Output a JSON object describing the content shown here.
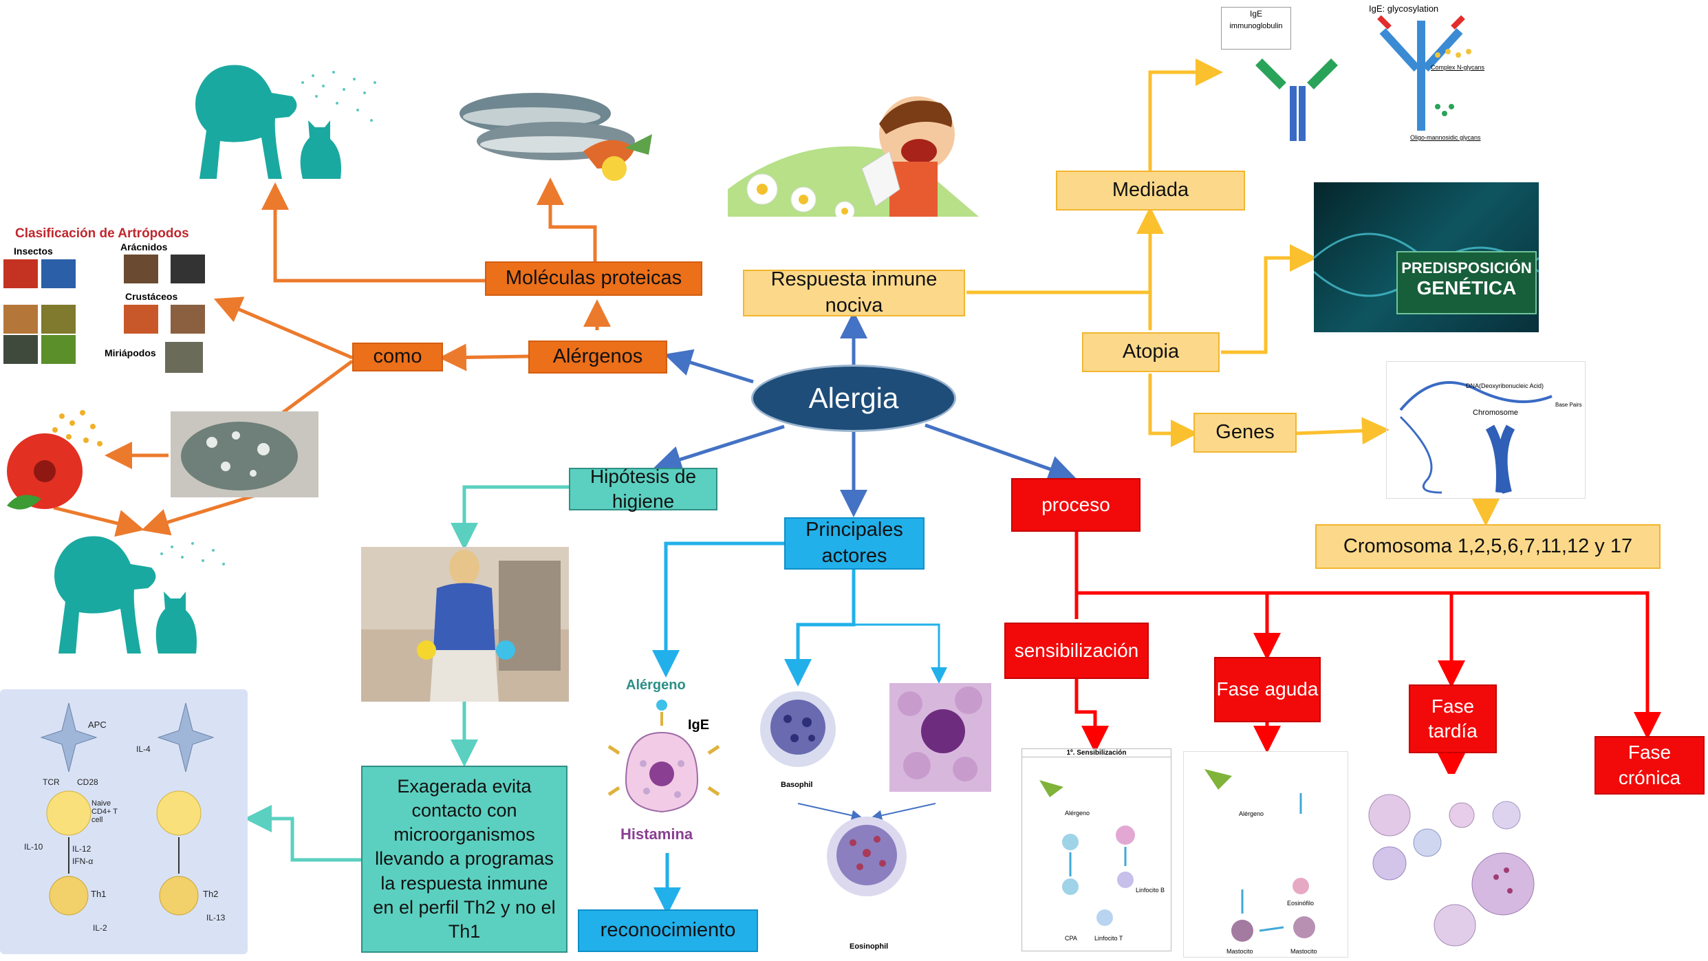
{
  "central": "Alergia",
  "nodes": {
    "moleculas": "Moléculas proteicas",
    "alergenos": "Alérgenos",
    "como": "como",
    "respuesta": "Respuesta inmune nociva",
    "mediada": "Mediada",
    "atopia": "Atopia",
    "genes": "Genes",
    "cromosoma": "Cromosoma 1,2,5,6,7,11,12 y 17",
    "hipotesis": "Hipótesis de higiene",
    "actores": "Principales actores",
    "proceso": "proceso",
    "sensibilizacion": "sensibilización",
    "fase_aguda": "Fase aguda",
    "fase_tardia": "Fase tardía",
    "fase_cronica": "Fase crónica",
    "exagerada": "Exagerada evita contacto con microorganismos llevando a programas la respuesta inmune en el perfil Th2 y no el Th1",
    "reconocimiento": "reconocimiento"
  },
  "images": {
    "arthropods": {
      "title": "Clasificación de Artrópodos",
      "insectos": "Insectos",
      "aracnidos": "Arácnidos",
      "crustaceos": "Crustáceos",
      "miriapodos": "Miriápodos"
    },
    "ige": {
      "label": "IgE",
      "sublabel": "immunoglobulin",
      "glyco_title": "IgE: glycosylation",
      "complex": "Complex N-glycans",
      "oligo": "Oligo-mannosidic glycans"
    },
    "genetica": {
      "line1": "PREDISPOSICIÓN",
      "line2": "GENÉTICA"
    },
    "chromosome": {
      "dna": "DNA(Deoxyribonucleic Acid)",
      "chromosome": "Chromosome",
      "base_pairs": "Base Pairs"
    },
    "histamina": {
      "alergeno": "Alérgeno",
      "ige": "IgE",
      "histamina": "Histamina"
    },
    "cells": {
      "basophil": "Basophil",
      "eosinophil": "Eosinophil"
    },
    "th": {
      "apc": "APC",
      "tcr": "TCR",
      "cd28": "CD28",
      "naive": "Naive CD4+ T cell",
      "th1": "Th1",
      "th2": "Th2",
      "il12": "IL-12",
      "ifn": "IFN-α",
      "il4": "IL-4",
      "il13": "IL-13",
      "il10": "IL-10",
      "il2": "IL-2"
    },
    "sensib": {
      "title": "1º. Sensibilización",
      "alergeno": "Alérgeno",
      "cpa": "CPA",
      "linfocito_b": "Linfocito B",
      "linfocito_t": "Linfocito T"
    },
    "aguda": {
      "alergeno": "Alérgeno",
      "mastocito": "Mastocito",
      "eosinofilo": "Eosinófilo"
    }
  },
  "colors": {
    "orange": "#ec6f1a",
    "yellow": "#fcd98a",
    "red": "#f20a0a",
    "teal": "#5bd0c0",
    "blue": "#22b0ea",
    "central": "#1e4d79"
  }
}
